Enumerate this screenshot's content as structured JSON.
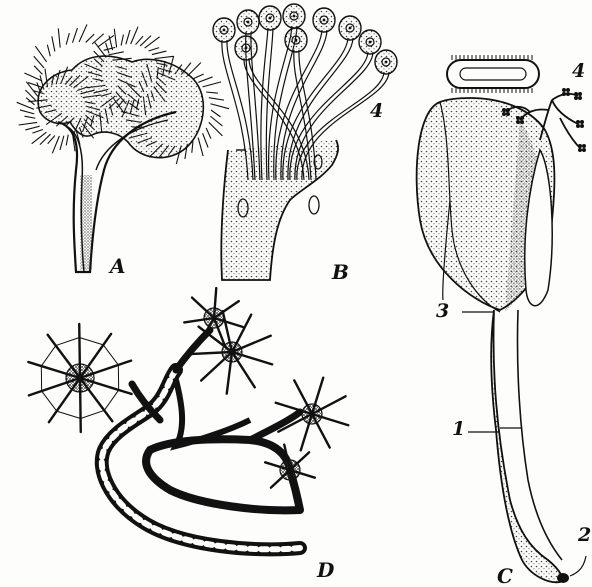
{
  "panels": [
    {
      "id": "A",
      "letter": "A"
    },
    {
      "id": "B",
      "letter": "B"
    },
    {
      "id": "C",
      "letter": "C"
    },
    {
      "id": "D",
      "letter": "D"
    }
  ],
  "numbers": {
    "b_4": "4",
    "c_4": "4",
    "c_3": "3",
    "c_1": "1",
    "c_2": "2"
  },
  "colors": {
    "ink": "#111111",
    "stipple": "#555555",
    "paper": "#fdfdfb"
  }
}
